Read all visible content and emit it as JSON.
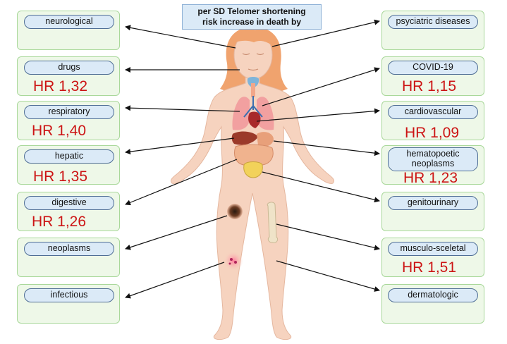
{
  "title": {
    "line1": "per SD Telomer shortening",
    "line2": "risk increase in death by"
  },
  "left": [
    {
      "label": "neurological",
      "hr": ""
    },
    {
      "label": "drugs",
      "hr": "HR 1,32"
    },
    {
      "label": "respiratory",
      "hr": "HR 1,40"
    },
    {
      "label": "hepatic",
      "hr": "HR 1,35"
    },
    {
      "label": "digestive",
      "hr": "HR 1,26"
    },
    {
      "label": "neoplasms",
      "hr": ""
    },
    {
      "label": "infectious",
      "hr": ""
    }
  ],
  "right": [
    {
      "label": "psyciatric diseases",
      "hr": ""
    },
    {
      "label": "COVID-19",
      "hr": "HR 1,15"
    },
    {
      "label": "cardiovascular",
      "hr": "HR 1,09"
    },
    {
      "label": "hematopoetic neoplasms",
      "hr": "HR 1,23"
    },
    {
      "label": "genitourinary",
      "hr": ""
    },
    {
      "label": "musculo-sceletal",
      "hr": "HR 1,51"
    },
    {
      "label": "dermatologic",
      "hr": ""
    }
  ],
  "colors": {
    "box_fill": "#eef8e8",
    "box_border": "#a9d89a",
    "pill_fill": "#dbeaf7",
    "pill_border": "#4f6e95",
    "hr_text": "#cc1414",
    "skin": "#f6d3bf",
    "hair": "#f0a36e"
  }
}
